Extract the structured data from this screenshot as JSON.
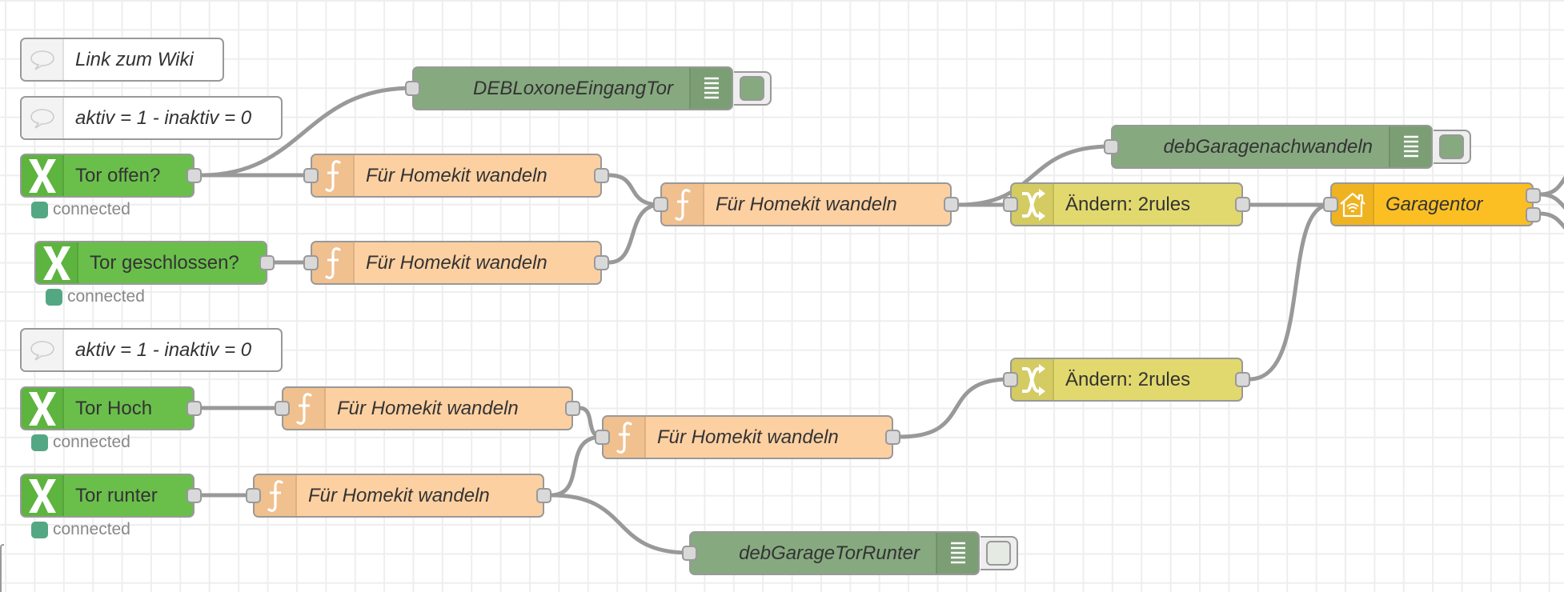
{
  "canvas": {
    "grid_color": "#eeeeee",
    "wire_color": "#999999"
  },
  "colors": {
    "loxone": "#6abf4b",
    "function": "#fdd0a2",
    "change": "#e2d96e",
    "homekit": "#fbbf24",
    "debug": "#87a980",
    "status_connected": "#53a883"
  },
  "comments": [
    {
      "label": "Link zum Wiki",
      "icon": "comment-icon"
    },
    {
      "label": "aktiv = 1 - inaktiv = 0",
      "icon": "comment-icon"
    },
    {
      "label": "aktiv = 1 - inaktiv = 0",
      "icon": "comment-icon"
    }
  ],
  "loxone_nodes": [
    {
      "label": "Tor offen?",
      "status": "connected",
      "icon": "loxone-x-icon"
    },
    {
      "label": "Tor geschlossen?",
      "status": "connected",
      "icon": "loxone-x-icon"
    },
    {
      "label": "Tor Hoch",
      "status": "connected",
      "icon": "loxone-x-icon"
    },
    {
      "label": "Tor runter",
      "status": "connected",
      "icon": "loxone-x-icon"
    }
  ],
  "function_nodes": [
    {
      "label": "Für Homekit wandeln",
      "icon": "function-icon"
    },
    {
      "label": "Für Homekit wandeln",
      "icon": "function-icon"
    },
    {
      "label": "Für Homekit wandeln",
      "icon": "function-icon"
    },
    {
      "label": "Für Homekit wandeln",
      "icon": "function-icon"
    },
    {
      "label": "Für Homekit wandeln",
      "icon": "function-icon"
    },
    {
      "label": "Für Homekit wandeln",
      "icon": "function-icon"
    }
  ],
  "change_nodes": [
    {
      "label": "Ändern: 2rules",
      "icon": "shuffle-icon"
    },
    {
      "label": "Ändern: 2rules",
      "icon": "shuffle-icon"
    }
  ],
  "homekit_nodes": [
    {
      "label": "Garagentor",
      "icon": "smart-home-icon"
    }
  ],
  "debug_nodes": [
    {
      "label": "DEBLoxoneEingangTor",
      "icon": "debug-list-icon",
      "active": true
    },
    {
      "label": "debGaragenachwandeln",
      "icon": "debug-list-icon",
      "active": true
    },
    {
      "label": "debGarageTorRunter",
      "icon": "debug-list-icon",
      "active": false
    }
  ]
}
